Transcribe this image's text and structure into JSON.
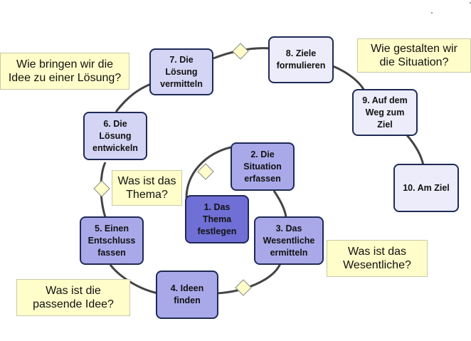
{
  "colors": {
    "step_dark": "#6f6fd6",
    "step_mid": "#a9a9ea",
    "step_light": "#d4d4f5",
    "step_pale": "#ececfa",
    "note_bg": "#fffdc9",
    "line": "#444444",
    "diamond": "#fffdc9"
  },
  "steps": [
    {
      "id": "s1",
      "label": "1. Das\nThema\nfestlegen"
    },
    {
      "id": "s2",
      "label": "2. Die\nSituation\nerfassen"
    },
    {
      "id": "s3",
      "label": "3. Das\nWesentliche\nermitteln"
    },
    {
      "id": "s4",
      "label": "4. Ideen\nfinden"
    },
    {
      "id": "s5",
      "label": "5. Einen\nEntschluss\nfassen"
    },
    {
      "id": "s6",
      "label": "6. Die\nLösung\nentwickeln"
    },
    {
      "id": "s7",
      "label": "7. Die\nLösung\nvermitteln"
    },
    {
      "id": "s8",
      "label": "8. Ziele\nformulieren"
    },
    {
      "id": "s9",
      "label": "9. Auf dem\nWeg zum\nZiel"
    },
    {
      "id": "s10",
      "label": "10. Am Ziel"
    }
  ],
  "questions": {
    "thema": "Was ist das\nThema?",
    "wesentliche": "Was ist das\nWesentliche?",
    "idee": "Was ist die\npassende Idee?",
    "loesung": "Wie bringen wir die\nIdee zu einer Lösung?",
    "situation": "Wie gestalten wir\ndie Situation?"
  }
}
